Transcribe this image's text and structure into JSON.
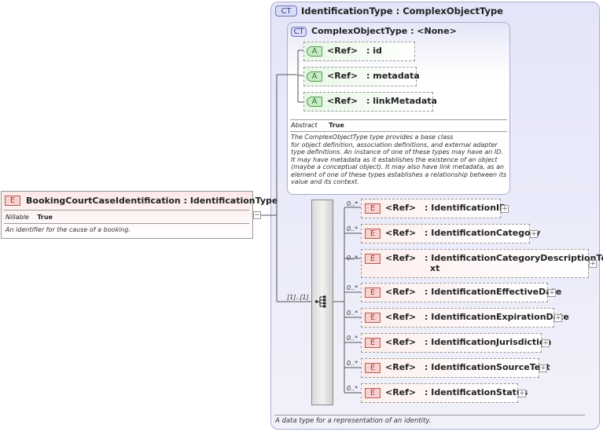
{
  "root_element": {
    "badge": "E",
    "name": "BookingCourtCaseIdentification",
    "type": ": IdentificationType",
    "nillable_label": "Nillable",
    "nillable_value": "True",
    "description": "An identifier for the cause of a booking."
  },
  "outer_type": {
    "badge": "CT",
    "name": "IdentificationType",
    "type": ": ComplexObjectType",
    "description": "A data type for a representation of an identity."
  },
  "base_type": {
    "badge": "CT",
    "name": "ComplexObjectType",
    "type": ": <None>",
    "abstract_label": "Abstract",
    "abstract_value": "True",
    "description": "The ComplexObjectType type provides a base class for object definition, association definitions, and external adapter type definitions. An instance of one of these types may have an ID. It may have metadata as it establishes the existence of an object (maybe a conceptual object). It may also have link metadata, as an element of one of these types establishes a relationship between its value and its context.",
    "description_lines": [
      "The ComplexObjectType type provides a base class",
      "for object definition, association definitions, and external adapter",
      "type definitions. An instance of one of these types may have an ID.",
      "It may have metadata as it establishes the existence of an object",
      "(maybe a conceptual object). It may also have link metadata, as an",
      "element of one of these types establishes a relationship between its",
      "value and its context."
    ],
    "attributes": [
      {
        "badge": "A",
        "ref": "<Ref>",
        "name": ": id"
      },
      {
        "badge": "A",
        "ref": "<Ref>",
        "name": ": metadata"
      },
      {
        "badge": "A",
        "ref": "<Ref>",
        "name": ": linkMetadata"
      }
    ]
  },
  "sequence": {
    "multiplicity": "[1]..[1]",
    "elements": [
      {
        "badge": "E",
        "ref": "<Ref>",
        "card": "0..*",
        "name": ": IdentificationID",
        "name2": ""
      },
      {
        "badge": "E",
        "ref": "<Ref>",
        "card": "0..*",
        "name": ": IdentificationCategory",
        "name2": ""
      },
      {
        "badge": "E",
        "ref": "<Ref>",
        "card": "0..*",
        "name": ": IdentificationCategoryDescriptionTe",
        "name2": "xt"
      },
      {
        "badge": "E",
        "ref": "<Ref>",
        "card": "0..*",
        "name": ": IdentificationEffectiveDate",
        "name2": ""
      },
      {
        "badge": "E",
        "ref": "<Ref>",
        "card": "0..*",
        "name": ": IdentificationExpirationDate",
        "name2": ""
      },
      {
        "badge": "E",
        "ref": "<Ref>",
        "card": "0..*",
        "name": ": IdentificationJurisdiction",
        "name2": ""
      },
      {
        "badge": "E",
        "ref": "<Ref>",
        "card": "0..*",
        "name": ": IdentificationSourceText",
        "name2": ""
      },
      {
        "badge": "E",
        "ref": "<Ref>",
        "card": "0..*",
        "name": ": IdentificationStatus",
        "name2": ""
      }
    ]
  },
  "expand_collapse": {
    "minus": "−",
    "plus": "+"
  },
  "colors": {
    "element_fill": "#fdeeee",
    "attribute_fill": "#e8f7e6",
    "complex_type_fill": "#e6e7f8",
    "connector": "#555555"
  }
}
